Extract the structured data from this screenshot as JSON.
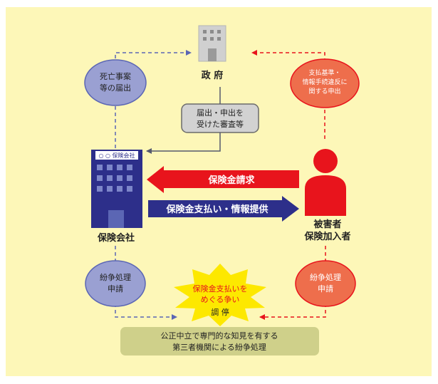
{
  "nodes": {
    "government": {
      "label": "政 府"
    },
    "insurer": {
      "label": "保険会社",
      "sign": "○ ○ 保険会社"
    },
    "victim": {
      "label_line1": "被害者",
      "label_line2": "保険加入者"
    }
  },
  "bubbles": {
    "death_report": {
      "line1": "死亡事案",
      "line2": "等の届出"
    },
    "complaint": {
      "line1": "支払基準・",
      "line2": "情報手続違反に",
      "line3": "関する申出"
    },
    "review": {
      "line1": "届出・申出を",
      "line2": "受けた審査等"
    },
    "dispute_left": {
      "line1": "紛争処理",
      "line2": "申請"
    },
    "dispute_right": {
      "line1": "紛争処理",
      "line2": "申請"
    }
  },
  "arrows": {
    "claim": "保険金請求",
    "payment": "保険金支払い・情報提供"
  },
  "conflict": {
    "line1": "保険金支払いを",
    "line2": "めぐる争い",
    "line3": "調 停"
  },
  "third_party": {
    "line1": "公正中立で専門的な知見を有する",
    "line2": "第三者機関による紛争処理"
  },
  "colors": {
    "background": "#fdf7b8",
    "red": "#e8141c",
    "navy": "#2d2f8a",
    "burst": "#fde800",
    "bubble_purple": "#9aa0d2",
    "bubble_red": "#ee6e4c",
    "box_gray": "#d2d2d2",
    "box_olive": "#cfd08a"
  }
}
